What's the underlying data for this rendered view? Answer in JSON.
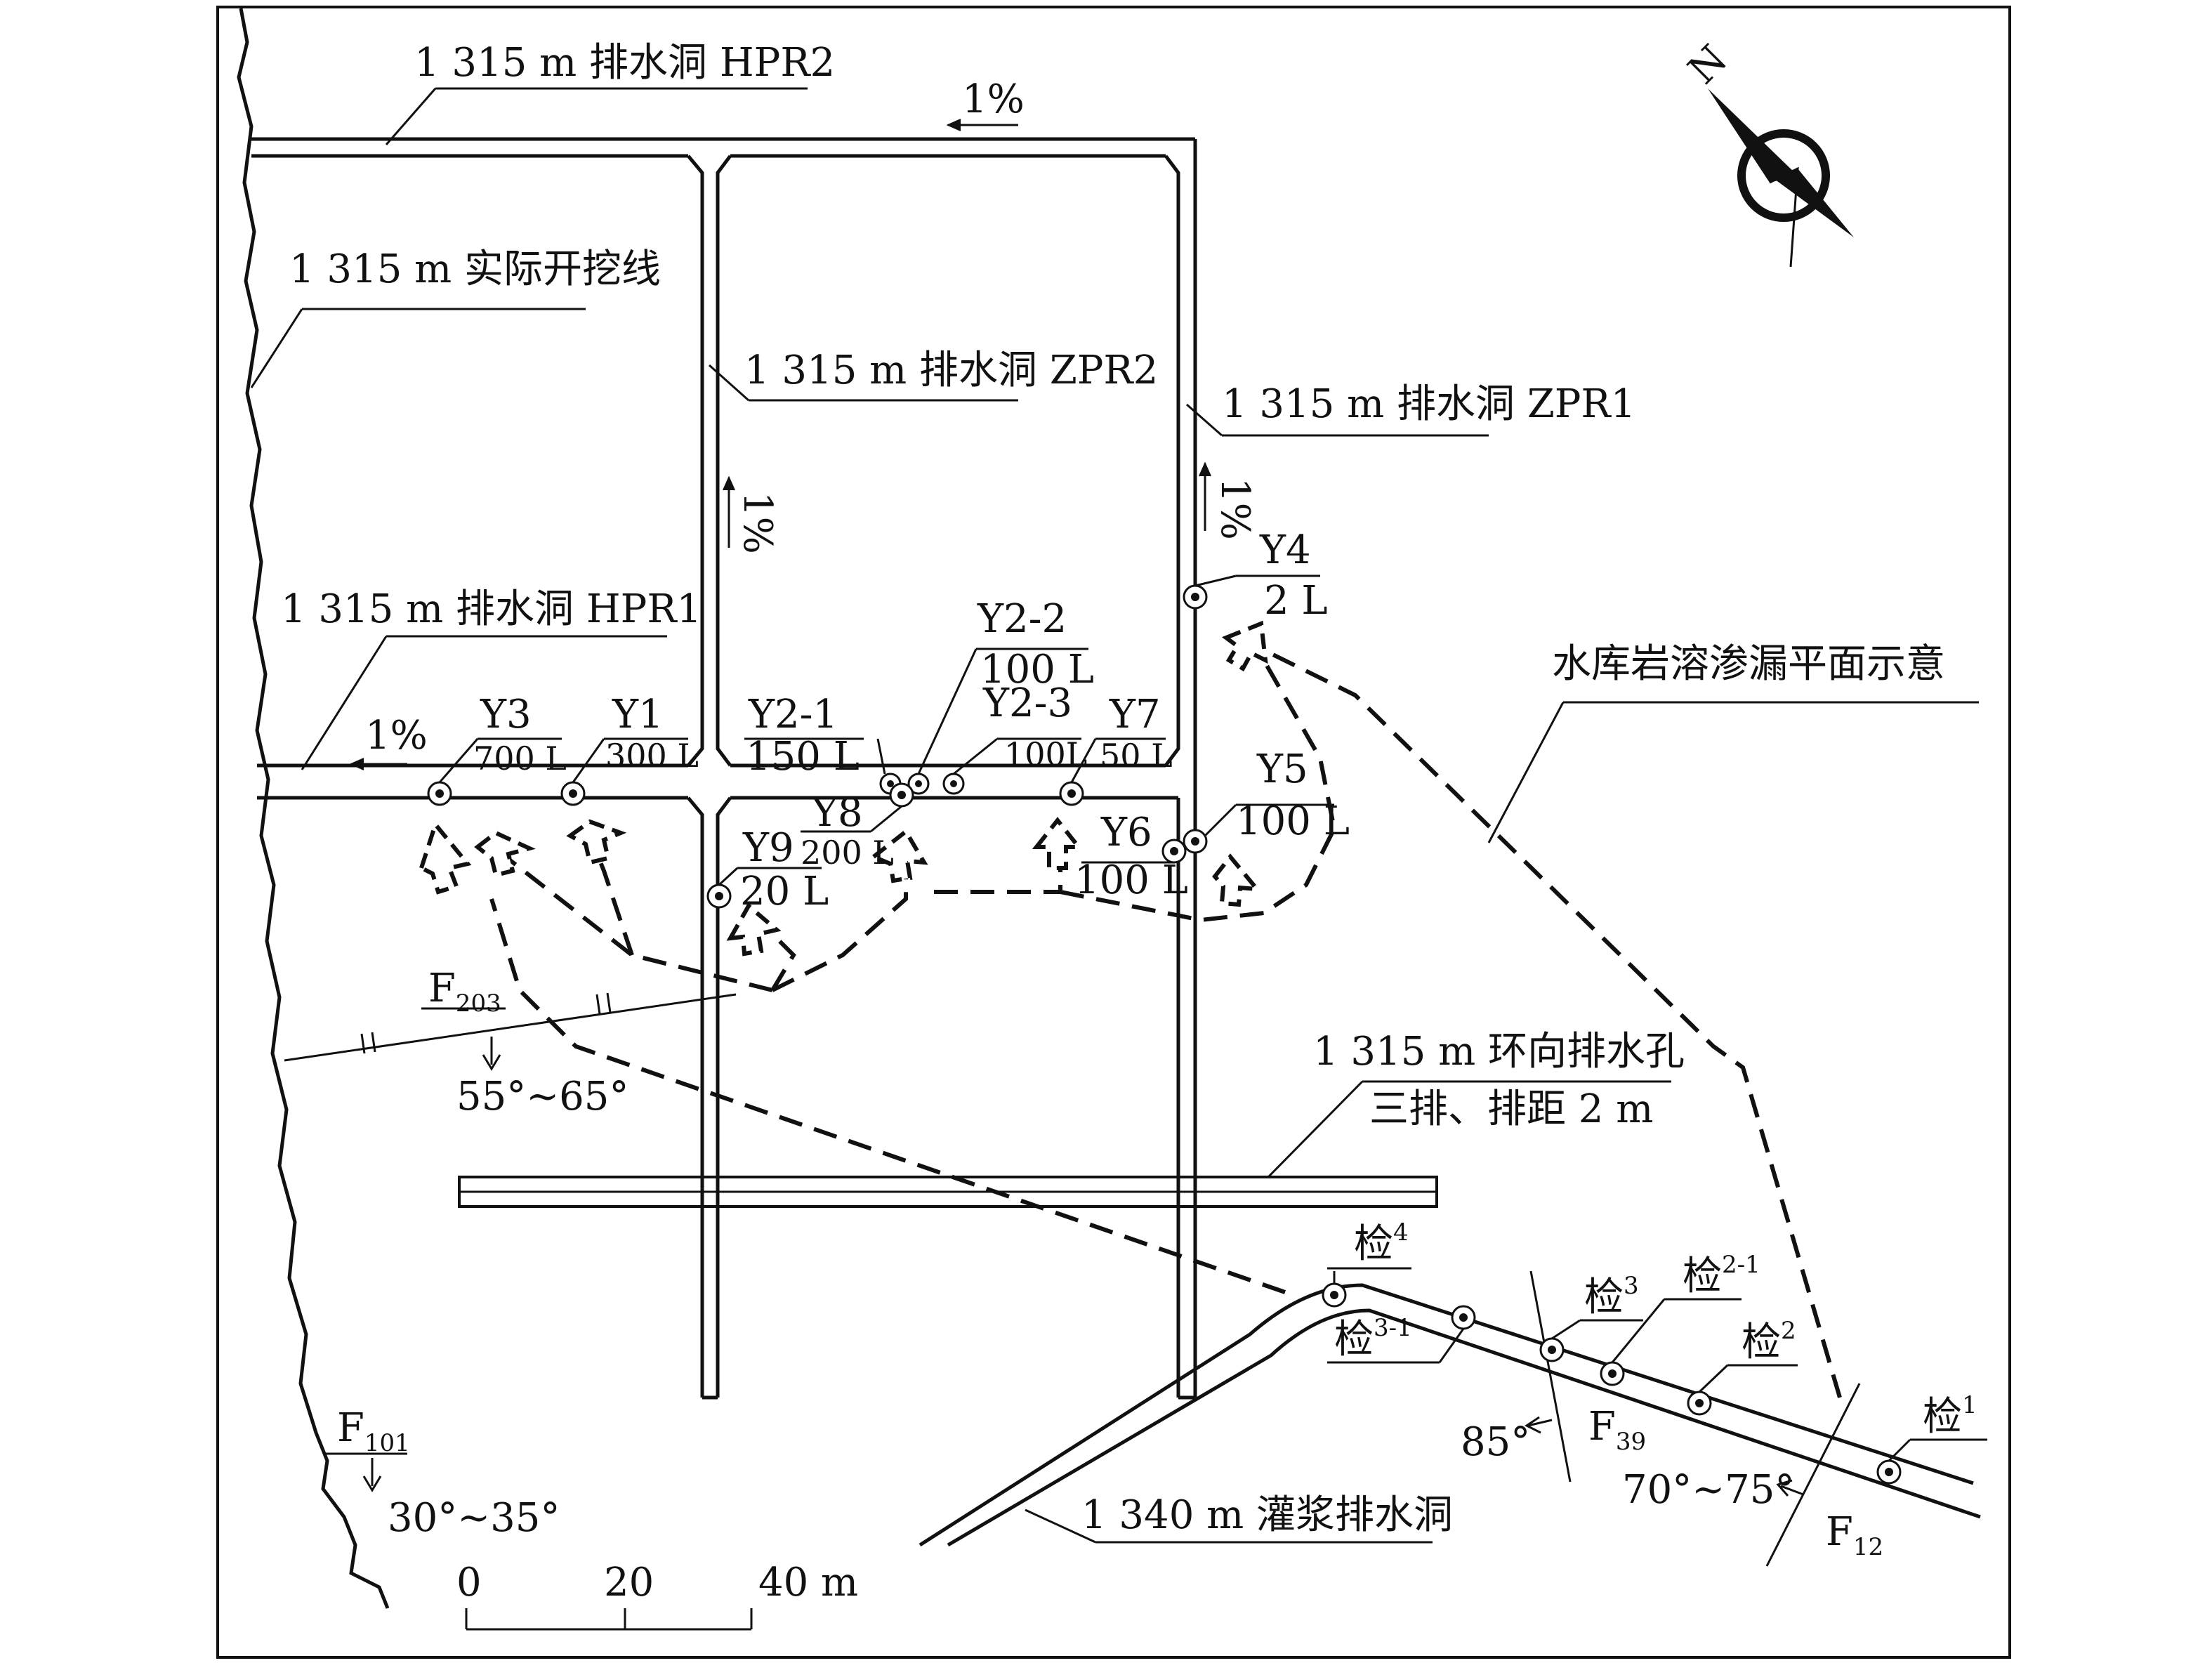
{
  "labels": {
    "hpr2": "1 315 m 排水洞 HPR2",
    "actual_line": "1 315 m 实际开挖线",
    "zpr2": "1 315 m 排水洞 ZPR2",
    "zpr1": "1 315 m 排水洞 ZPR1",
    "hpr1": "1 315 m 排水洞 HPR1",
    "karst": "水库岩溶渗漏平面示意",
    "ring_line1": "1 315 m 环向排水孔",
    "ring_line2": "三排、排距 2 m",
    "tunnel_1340": "1 340 m 灌浆排水洞"
  },
  "slopes": {
    "hpr2": "1%",
    "hpr1": "1%",
    "zpr2": "1%",
    "zpr1": "1%"
  },
  "compass": {
    "letter": "N",
    "icon": "north-arrow-icon"
  },
  "seepage_points": [
    {
      "id": "Y1",
      "flow": "300 L"
    },
    {
      "id": "Y2-1",
      "flow": "150 L"
    },
    {
      "id": "Y2-2",
      "flow": "100 L"
    },
    {
      "id": "Y2-3",
      "flow": "100L"
    },
    {
      "id": "Y3",
      "flow": "700 L"
    },
    {
      "id": "Y4",
      "flow": "2 L"
    },
    {
      "id": "Y5",
      "flow": "100 L"
    },
    {
      "id": "Y6",
      "flow": "100 L"
    },
    {
      "id": "Y7",
      "flow": "50 L"
    },
    {
      "id": "Y8",
      "flow": "200 L"
    },
    {
      "id": "Y9",
      "flow": "20 L"
    }
  ],
  "faults": [
    {
      "name": "F",
      "sub": "203",
      "dip": "55°~65°"
    },
    {
      "name": "F",
      "sub": "101",
      "dip": "30°~35°"
    },
    {
      "name": "F",
      "sub": "39",
      "dip": "85°"
    },
    {
      "name": "F",
      "sub": "12",
      "dip": "70°~75°"
    }
  ],
  "inspection_holes": [
    {
      "base": "检",
      "sup": "4"
    },
    {
      "base": "检",
      "sup": "3-1"
    },
    {
      "base": "检",
      "sup": "3"
    },
    {
      "base": "检",
      "sup": "2-1"
    },
    {
      "base": "检",
      "sup": "2"
    },
    {
      "base": "检",
      "sup": "1"
    }
  ],
  "scale_bar": {
    "ticks": [
      "0",
      "20",
      "40 m"
    ]
  }
}
